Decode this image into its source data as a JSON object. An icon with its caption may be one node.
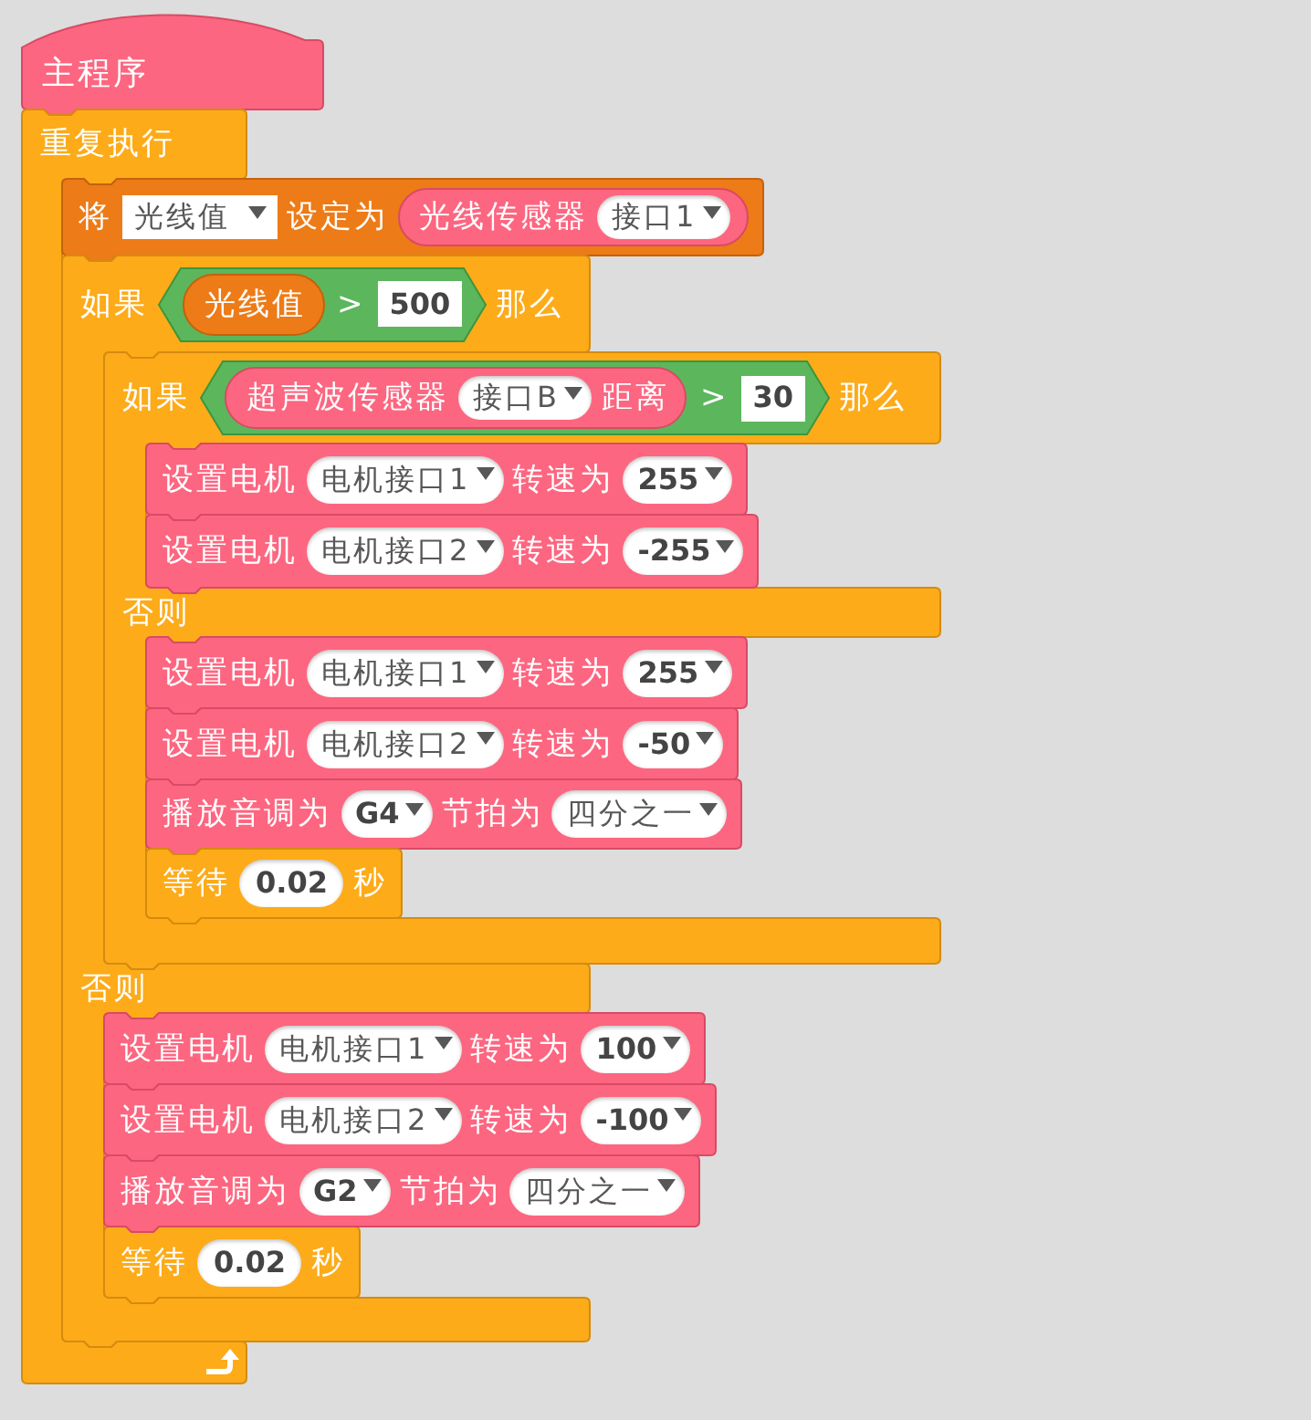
{
  "diagram": {
    "nodes": [
      {
        "text": [
          "主程序"
        ]
      },
      {
        "text": [
          "重复执行"
        ]
      },
      {
        "text": [
          "将",
          "设定为"
        ]
      },
      {
        "text": [
          "光线值"
        ],
        "in": 2
      },
      {
        "text": [
          "光线传感器"
        ],
        "in": 2
      },
      {
        "text": [
          "接口1"
        ],
        "in": 4
      },
      {
        "text": [
          "如果",
          "那么",
          "否则"
        ]
      },
      {
        "text": [
          ">"
        ],
        "in": 6
      },
      {
        "text": [
          "光线值"
        ],
        "in": 7
      },
      {
        "text": [
          "500"
        ],
        "in": 7
      },
      {
        "text": [
          "如果",
          "那么",
          "否则"
        ]
      },
      {
        "text": [
          ">"
        ],
        "in": 10
      },
      {
        "text": [
          "超声波传感器",
          "距离"
        ],
        "in": 11
      },
      {
        "text": [
          "接口B"
        ],
        "in": 12
      },
      {
        "text": [
          "30"
        ],
        "in": 11
      },
      {
        "text": [
          "设置电机",
          "转速为"
        ],
        "in": 10
      },
      {
        "text": [
          "电机接口1"
        ],
        "in": 15
      },
      {
        "text": [
          "255"
        ],
        "in": 15
      },
      {
        "text": [
          "设置电机",
          "转速为"
        ],
        "in": 10
      },
      {
        "text": [
          "电机接口2"
        ],
        "in": 18
      },
      {
        "text": [
          "-255"
        ],
        "in": 18
      },
      {
        "text": [
          "设置电机",
          "转速为"
        ],
        "in": 10
      },
      {
        "text": [
          "电机接口1"
        ],
        "in": 21
      },
      {
        "text": [
          "255"
        ],
        "in": 21
      },
      {
        "text": [
          "设置电机",
          "转速为"
        ],
        "in": 10
      },
      {
        "text": [
          "电机接口2"
        ],
        "in": 24
      },
      {
        "text": [
          "-50"
        ],
        "in": 24
      },
      {
        "text": [
          "播放音调为",
          "节拍为"
        ],
        "in": 10
      },
      {
        "text": [
          "G4"
        ],
        "in": 27
      },
      {
        "text": [
          "四分之一"
        ],
        "in": 27
      },
      {
        "text": [
          "等待",
          "秒"
        ],
        "in": 10
      },
      {
        "text": [
          "0.02"
        ],
        "in": 30
      },
      {
        "text": [
          "设置电机",
          "转速为"
        ]
      },
      {
        "text": [
          "电机接口1"
        ],
        "in": 32
      },
      {
        "text": [
          "100"
        ],
        "in": 32
      },
      {
        "text": [
          "设置电机",
          "转速为"
        ]
      },
      {
        "text": [
          "电机接口2"
        ],
        "in": 35
      },
      {
        "text": [
          "-100"
        ],
        "in": 35
      },
      {
        "text": [
          "播放音调为",
          "节拍为"
        ]
      },
      {
        "text": [
          "G2"
        ],
        "in": 38
      },
      {
        "text": [
          "四分之一"
        ],
        "in": 38
      },
      {
        "text": [
          "等待",
          "秒"
        ],
        "in": 6
      },
      {
        "text": [
          "0.02"
        ],
        "in": 41
      }
    ]
  }
}
